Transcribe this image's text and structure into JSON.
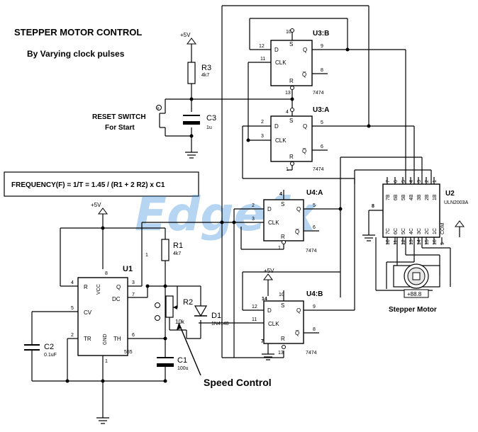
{
  "title": "STEPPER MOTOR CONTROL",
  "subtitle": "By Varying clock pulses",
  "formula": "FREQUENCY(F) = 1/T = 1.45 / (R1 + 2 R2) x C1",
  "watermark": "Edgefx",
  "speed_control": "Speed Control",
  "reset_switch": [
    "RESET SWITCH",
    "For Start"
  ],
  "supply": "+5V",
  "components": {
    "r3": {
      "name": "R3",
      "value": "4k7"
    },
    "c3": {
      "name": "C3",
      "value": "1u"
    },
    "r1": {
      "name": "R1",
      "value": "4k7"
    },
    "r2": {
      "name": "R2",
      "value": "10k"
    },
    "c1": {
      "name": "C1",
      "value": "100u"
    },
    "c2": {
      "name": "C2",
      "value": "0.1uF"
    },
    "d1": {
      "name": "D1",
      "value": "1N4148"
    },
    "u1": {
      "name": "U1",
      "part": "555"
    },
    "u2": {
      "name": "U2",
      "part": "ULN2003A"
    },
    "u3a": {
      "name": "U3:A",
      "part": "7474"
    },
    "u3b": {
      "name": "U3:B",
      "part": "7474"
    },
    "u4a": {
      "name": "U4:A",
      "part": "7474"
    },
    "u4b": {
      "name": "U4:B",
      "part": "7474"
    },
    "motor": {
      "name": "Stepper Motor",
      "display": "+88.8"
    }
  },
  "pins": {
    "ff": {
      "d": "D",
      "clk": "CLK",
      "q": "Q",
      "qn": "Q̅",
      "s": "S",
      "r": "R"
    },
    "u1": {
      "r": "R",
      "vcc": "VCC",
      "q": "Q",
      "dc": "DC",
      "cv": "CV",
      "tr": "TR",
      "gnd": "GND",
      "th": "TH"
    },
    "u2_top": [
      "7B",
      "6B",
      "5B",
      "4B",
      "3B",
      "2B",
      "1B"
    ],
    "u2_bot": [
      "7C",
      "6C",
      "5C",
      "4C",
      "3C",
      "2C",
      "1C",
      "COM"
    ],
    "u2_top_nums": [
      "7",
      "6",
      "5",
      "4",
      "3",
      "2",
      "1"
    ],
    "u2_bot_nums": [
      "10",
      "11",
      "12",
      "13",
      "14",
      "15",
      "16",
      "9"
    ],
    "u2_gnd_num": "8",
    "u3b_nums": {
      "s": "10",
      "d": "12",
      "clk": "11",
      "r": "13",
      "q": "9",
      "qn": "8"
    },
    "u3a_nums": {
      "s": "4",
      "d": "2",
      "clk": "3",
      "r": "1",
      "q": "5",
      "qn": "6"
    },
    "u4a_nums": {
      "s": "4",
      "d": "2",
      "clk": "3",
      "r": "1",
      "q": "5",
      "qn": "6"
    },
    "u4b_nums": {
      "s": "10",
      "d": "12",
      "clk": "11",
      "r": "13",
      "q": "9",
      "qn": "8",
      "vcc": "14",
      "gnd": "7"
    },
    "u1_nums": {
      "r": "4",
      "vcc": "8",
      "q": "3",
      "dc": "7",
      "cv": "5",
      "tr": "2",
      "gnd": "1",
      "th": "6"
    },
    "r1_pin": "1"
  }
}
